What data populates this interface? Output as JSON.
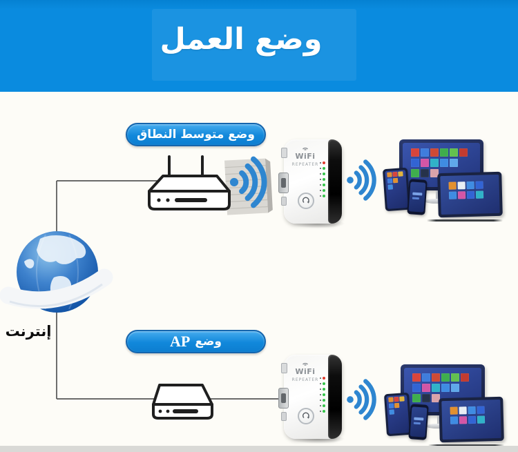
{
  "banner": {
    "title": "وضع العمل"
  },
  "modes": [
    {
      "label": "وضع متوسط النطاق"
    },
    {
      "label_ar": "وضع",
      "label_en": "AP"
    }
  ],
  "internet": {
    "label": "إنترنت"
  },
  "device": {
    "brand": "WiFi",
    "brand_sub": "REPEATER",
    "led_colors": [
      "#e03c2e",
      "#35c44a",
      "#35c44a",
      "#35c44a",
      "#35c44a",
      "#35c44a",
      "#35c44a"
    ]
  },
  "colors": {
    "accent_blue": "#0a8bdf",
    "accent_blue_dark": "#0581d2",
    "pill_blue": "#1188db",
    "wifi_blue": "#2e86d0",
    "line": "#555555",
    "led_green": "#35c44a",
    "led_red": "#e03c2e"
  },
  "tiles": {
    "monitor_rows": [
      [
        "#d9453b",
        "#3f7ddd",
        "#cf4a35",
        "#3fae4d",
        "#63c04f",
        "#c23b30"
      ],
      [
        "#3264d4",
        "#d356a6",
        "#30b2c8",
        "#3f8ce2",
        "#5fa8ea"
      ],
      [
        "#3fae4d",
        "#26324a",
        "#d9a3aa"
      ]
    ],
    "laptop_rows": [
      [
        "#e2902f",
        "#e8eef4",
        "#3f8ce2",
        "#3264d4"
      ],
      [
        "#3f8ce2",
        "#d356a6",
        "#3264d4",
        "#30b2c8"
      ]
    ],
    "tablet_rows": [
      [
        "#e2902f",
        "#d9453b",
        "#e2b43c"
      ],
      [
        "#3f7ddd",
        "#e2902f"
      ],
      [
        "#3f8ce2"
      ]
    ]
  }
}
